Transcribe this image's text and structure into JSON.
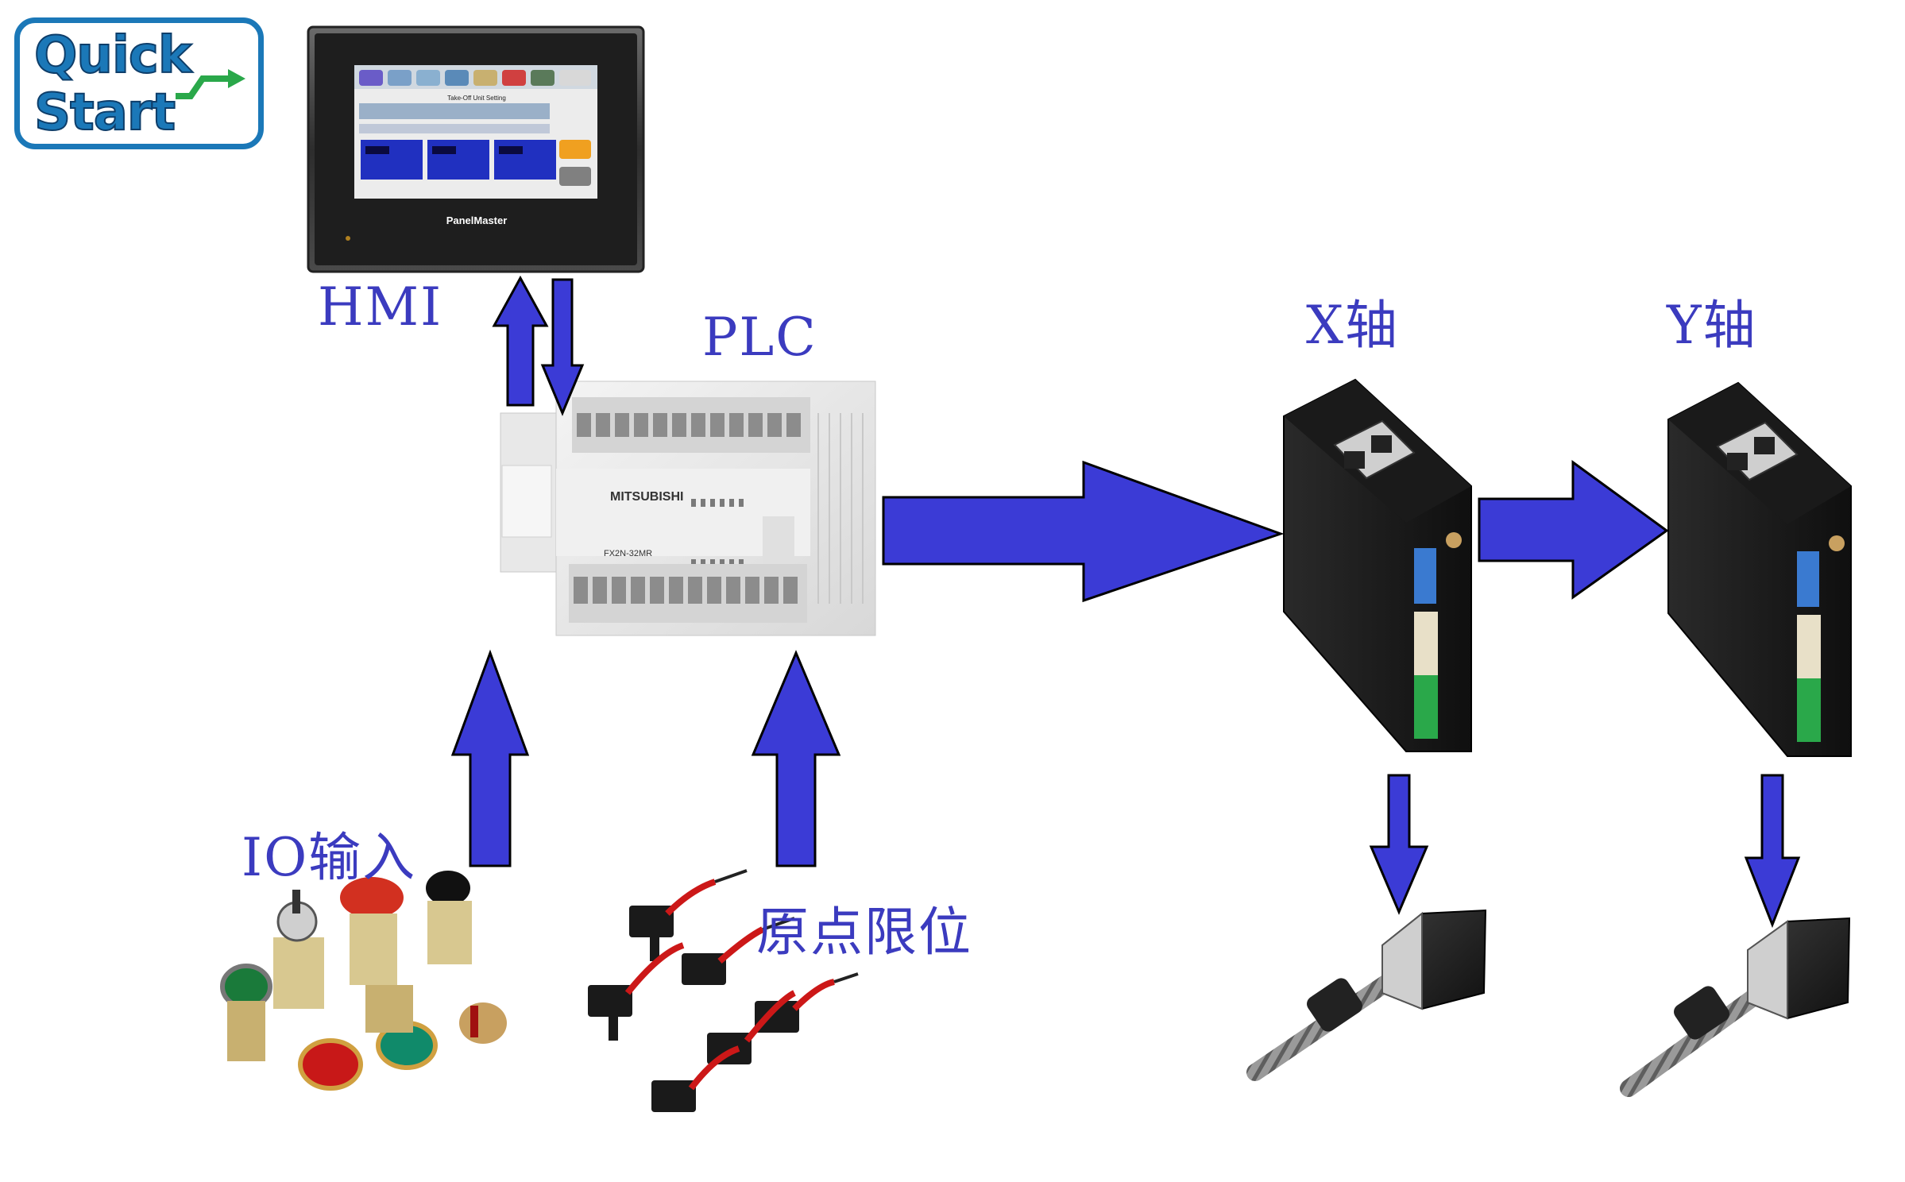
{
  "logo": {
    "line1": "Quick",
    "line2": "Start"
  },
  "hmi": {
    "label": "HMI",
    "brand": "PanelMaster",
    "screen_title": "Take-Off Unit Setting"
  },
  "plc": {
    "label": "PLC",
    "brand": "MITSUBISHI",
    "model": "FX2N-32MR"
  },
  "x_axis": {
    "label": "X轴"
  },
  "y_axis": {
    "label": "Y轴"
  },
  "io_input": {
    "label": "IO输入"
  },
  "home_limit": {
    "label": "原点限位"
  },
  "colors": {
    "arrow_fill": "#3b3bd6",
    "arrow_stroke": "#000000",
    "label_text": "#3b3bbf",
    "logo_blue": "#1b78b8",
    "logo_green": "#2aa84a"
  },
  "icons": [
    "hmi-touch-panel",
    "plc-controller",
    "stepper-driver",
    "stepper-motor-leadscrew",
    "push-button-switches",
    "photoelectric-limit-sensors"
  ]
}
